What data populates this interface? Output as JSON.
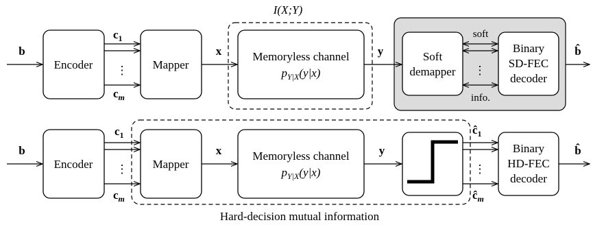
{
  "top": {
    "input": "b",
    "encoder": "Encoder",
    "bit_first": "c",
    "bit_first_sub": "1",
    "bit_last": "c",
    "bit_last_sub": "m",
    "mapper": "Mapper",
    "symbol_x": "x",
    "channel_label": "Memoryless channel",
    "channel_pdf": "p",
    "channel_pdf_sub": "Y|X",
    "channel_pdf_arg": "(y|x)",
    "mi_label": "I(X;Y)",
    "symbol_y": "y",
    "soft_demapper_line1": "Soft",
    "soft_demapper_line2": "demapper",
    "soft_label": "soft",
    "info_label": "info.",
    "decoder_line1": "Binary",
    "decoder_line2": "SD-FEC",
    "decoder_line3": "decoder",
    "output": "b̂"
  },
  "bottom": {
    "input": "b",
    "encoder": "Encoder",
    "bit_first": "c",
    "bit_first_sub": "1",
    "bit_last": "c",
    "bit_last_sub": "m",
    "mapper": "Mapper",
    "symbol_x": "x",
    "channel_label": "Memoryless channel",
    "channel_pdf": "p",
    "channel_pdf_sub": "Y|X",
    "channel_pdf_arg": "(y|x)",
    "symbol_y": "y",
    "hat_first": "ĉ",
    "hat_first_sub": "1",
    "hat_last": "ĉ",
    "hat_last_sub": "m",
    "decoder_line1": "Binary",
    "decoder_line2": "HD-FEC",
    "decoder_line3": "decoder",
    "output": "b̂",
    "caption": "Hard-decision mutual information"
  },
  "colors": {
    "shaded_region": "#dcdcdc",
    "line": "#000000"
  }
}
